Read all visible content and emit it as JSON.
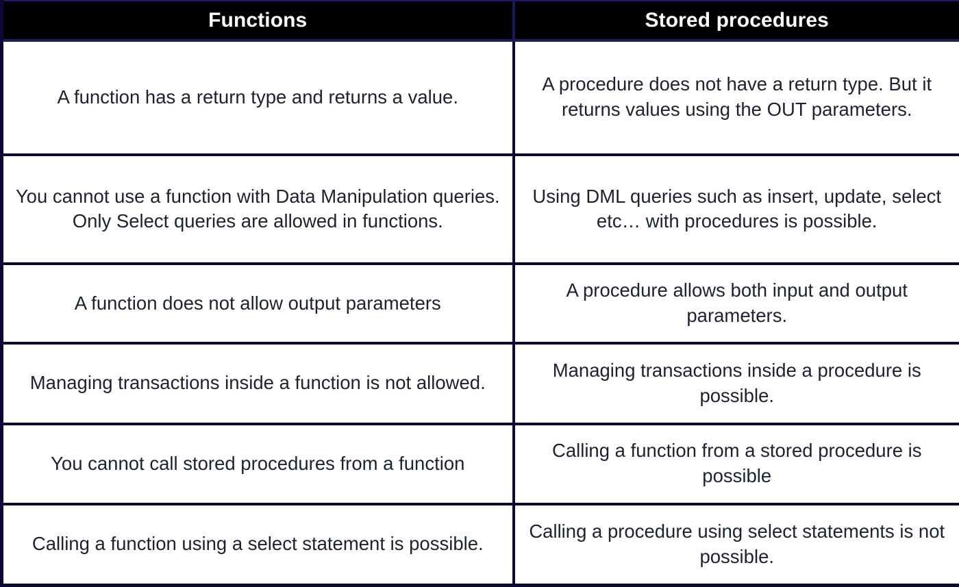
{
  "table": {
    "columns": [
      {
        "key": "functions",
        "label": "Functions"
      },
      {
        "key": "stored_procedures",
        "label": "Stored procedures"
      }
    ],
    "rows": [
      {
        "functions": "A function has a return type and returns a value.",
        "stored_procedures": "A procedure does not have a return type. But it returns values using the OUT parameters."
      },
      {
        "functions": "You cannot use a function with Data Manipulation queries. Only Select queries are allowed in functions.",
        "stored_procedures": "Using DML queries such as insert, update, select etc… with procedures is possible."
      },
      {
        "functions": "A function does not allow output parameters",
        "stored_procedures": "A procedure allows both input and output parameters."
      },
      {
        "functions": "Managing transactions inside a function is not allowed.",
        "stored_procedures": "Managing transactions inside a procedure is possible."
      },
      {
        "functions": "You cannot call stored procedures from a function",
        "stored_procedures": "Calling a function from a stored procedure is possible"
      },
      {
        "functions": "Calling a function using a select statement is possible.",
        "stored_procedures": "Calling a procedure using select statements is not possible."
      }
    ]
  },
  "style": {
    "header_background": "#000000",
    "header_text_color": "#ffffff",
    "border_color": "#0b0836",
    "body_background": "#ffffff",
    "body_text_color": "#1d2233"
  }
}
